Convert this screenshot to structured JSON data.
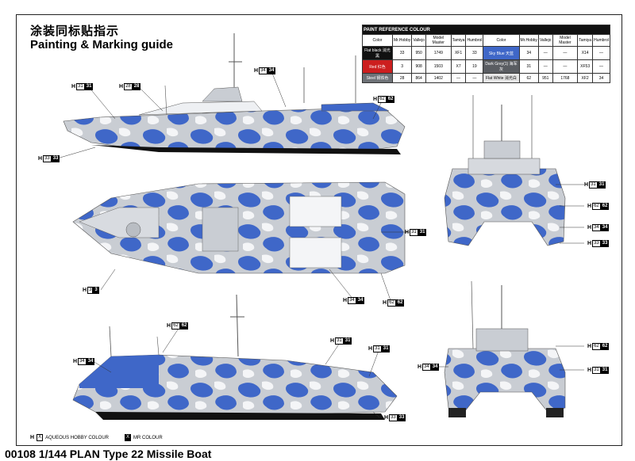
{
  "titles": {
    "chinese": "涂装同标贴指示",
    "english": "Painting & Marking guide"
  },
  "paint_table": {
    "caption": "PAINT REFERENCE COLOUR",
    "headers": [
      "Color",
      "Mr.Hobby",
      "Vallejo",
      "Model Master",
      "Tamiya",
      "Humbrol",
      "Color",
      "Mr.Hobby",
      "Vallejo",
      "Model Master",
      "Tamiya",
      "Humbrol"
    ],
    "rows": [
      {
        "color_left": "Flat black 消光黑",
        "hobby_left": "33",
        "mr_left": "33",
        "v_left": "950",
        "mm_left": "1749",
        "t_left": "XF1",
        "hu_left": "33",
        "color_right": "Sky Blue 天蓝",
        "hobby_right": "34",
        "mr_right": "34",
        "v_right": "—",
        "mm_right": "—",
        "t_right": "X14",
        "hu_right": "—",
        "swatch_left": "#111111",
        "swatch_right": "#3f67c8"
      },
      {
        "color_left": "Red 红色",
        "hobby_left": "3",
        "mr_left": "3",
        "v_left": "908",
        "mm_left": "1503",
        "t_left": "X7",
        "hu_left": "19",
        "color_right": "Dark Grey(1) 海军灰",
        "hobby_right": "31",
        "mr_right": "31",
        "v_right": "—",
        "mm_right": "—",
        "t_right": "XF53",
        "hu_right": "—",
        "swatch_left": "#cc1f1f",
        "swatch_right": "#5a5d62"
      },
      {
        "color_left": "Steel 钢铁色",
        "hobby_left": "28",
        "mr_left": "28",
        "v_left": "864",
        "mm_left": "1402",
        "t_left": "—",
        "hu_left": "—",
        "color_right": "Flat White 消光白",
        "hobby_right": "62",
        "mr_right": "62",
        "v_right": "951",
        "mm_right": "1768",
        "t_right": "XF2",
        "hu_right": "34",
        "swatch_left": "#6e7277",
        "swatch_right": "#f1f1f1"
      }
    ]
  },
  "refs": {
    "r1": "31",
    "r2": "28",
    "r3": "34",
    "r4": "62",
    "r5": "33",
    "r6": "31",
    "r7": "62",
    "r8": "34",
    "r9": "33",
    "r10": "31",
    "r11": "3",
    "r12": "34",
    "r13": "62",
    "r14": "62",
    "r15": "34",
    "r16": "31",
    "r17": "33",
    "r18": "31",
    "r19": "34",
    "r20": "62",
    "r21": "31"
  },
  "colors": {
    "blue": "#3f67c8",
    "grey": "#c9cdd3",
    "white": "#f4f5f7",
    "black": "#111111",
    "red": "#cc1f1f"
  },
  "legend": {
    "aqueous": "AQUEOUS HOBBY COLOUR",
    "mr": "MR COLOUR",
    "h_label": "H",
    "h_box": "X",
    "mr_box": "X"
  },
  "footer": "00108 1/144 PLAN Type 22 Missile Boat"
}
